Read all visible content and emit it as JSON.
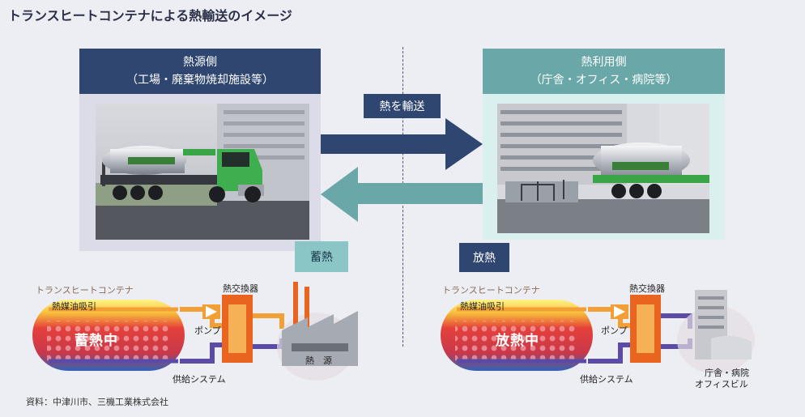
{
  "title": "トランスヒートコンテナによる熱輸送のイメージ",
  "left_panel": {
    "header_line1": "熱源側",
    "header_line2": "（工場・廃棄物焼却施設等）"
  },
  "right_panel": {
    "header_line1": "熱利用側",
    "header_line2": "（庁舎・オフィス・病院等）"
  },
  "transport_label": "熱を輸送",
  "badge_store": "蓄熱",
  "badge_release": "放熱",
  "left_diagram": {
    "container_label": "トランスヒートコンテナ",
    "suction_label": "熱媒油吸引",
    "tank_label": "蓄熱中",
    "pump_label": "ポンプ",
    "supply_label": "供給システム",
    "exchanger_label": "熱交換器",
    "source_label": "熱　源"
  },
  "right_diagram": {
    "container_label": "トランスヒートコンテナ",
    "suction_label": "熱媒油吸引",
    "tank_label": "放熱中",
    "pump_label": "ポンプ",
    "supply_label": "供給システム",
    "exchanger_label": "熱交換器",
    "building_label_line1": "庁舎・病院",
    "building_label_line2": "オフィスビル"
  },
  "source_note": "資料：中津川市、三機工業株式会社",
  "colors": {
    "navy": "#2f4670",
    "teal": "#6aa7a8",
    "light_teal": "#8bc6c6",
    "background": "#edeef3",
    "tank_hot": "#e5413a",
    "tank_cool": "#2e63b8",
    "pipe_orange": "#f2a036",
    "pipe_purple": "#5b4aa8"
  }
}
